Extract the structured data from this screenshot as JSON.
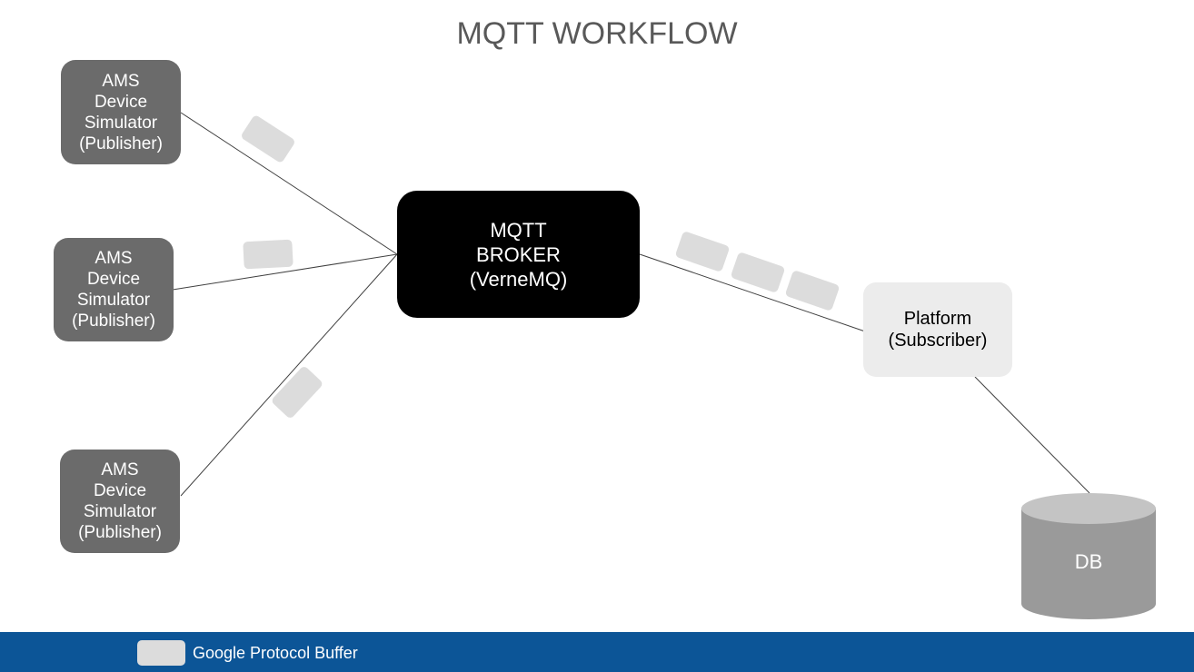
{
  "title": "MQTT WORKFLOW",
  "publishers": [
    {
      "label": "AMS\nDevice\nSimulator\n(Publisher)"
    },
    {
      "label": "AMS\nDevice\nSimulator\n(Publisher)"
    },
    {
      "label": "AMS\nDevice\nSimulator\n(Publisher)"
    }
  ],
  "broker": {
    "label": "MQTT\nBROKER\n(VerneMQ)"
  },
  "platform": {
    "label": "Platform\n(Subscriber)"
  },
  "database": {
    "label": "DB"
  },
  "legend": {
    "label": "Google Protocol Buffer"
  },
  "colors": {
    "publisher": "#6b6b6b",
    "broker": "#000000",
    "platform": "#ececec",
    "database": "#9a9a9a",
    "packet": "#dcdcdc",
    "footer": "#0c5597"
  }
}
